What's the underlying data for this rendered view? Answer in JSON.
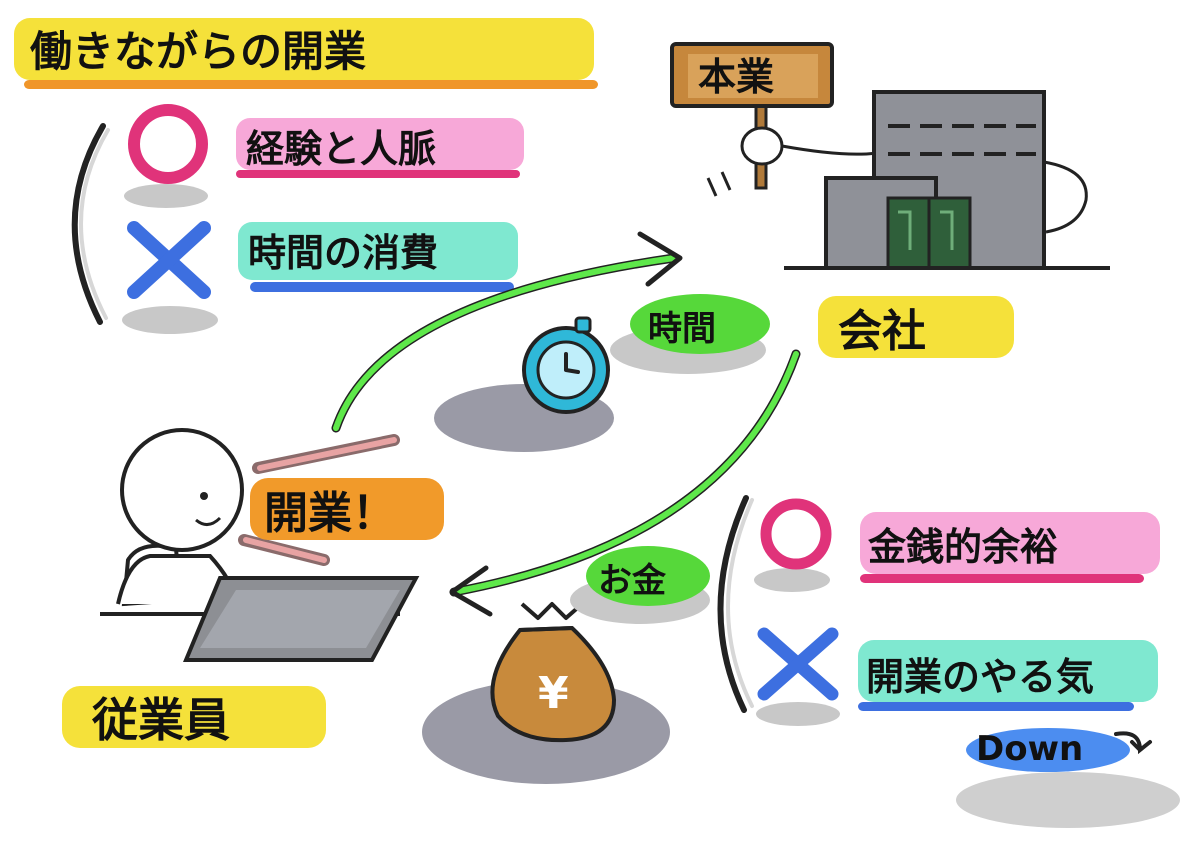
{
  "title": "働きながらの開業",
  "pros_cons_employee": {
    "pro_symbol": "○",
    "pro_text": "経験と人脈",
    "con_symbol": "×",
    "con_text": "時間の消費"
  },
  "company": {
    "sign": "本業",
    "label": "会社"
  },
  "employee": {
    "speech": "開業！",
    "label": "従業員"
  },
  "flows": {
    "time_label": "時間",
    "money_label": "お金",
    "money_symbol": "¥"
  },
  "pros_cons_company": {
    "pro_symbol": "○",
    "pro_text": "金銭的余裕",
    "con_symbol": "×",
    "con_text": "開業のやる気",
    "down_text": "Down"
  },
  "colors": {
    "title_highlight": "#f5e13a",
    "title_underline": "#f0962a",
    "pro_circle": "#e0337a",
    "pro_highlight": "#f7a8d8",
    "con_cross": "#3d6fe0",
    "con_highlight": "#7fe8d0",
    "arrow": "#5ee84a",
    "badge": "#56d83a",
    "speech_bg": "#f19a2a",
    "label_highlight": "#f5e13a",
    "building": "#8f9198",
    "door": "#2f5f3a",
    "clock": "#2fb8d8",
    "money_bag": "#c88a3c",
    "down_bg": "#4c8df0"
  }
}
